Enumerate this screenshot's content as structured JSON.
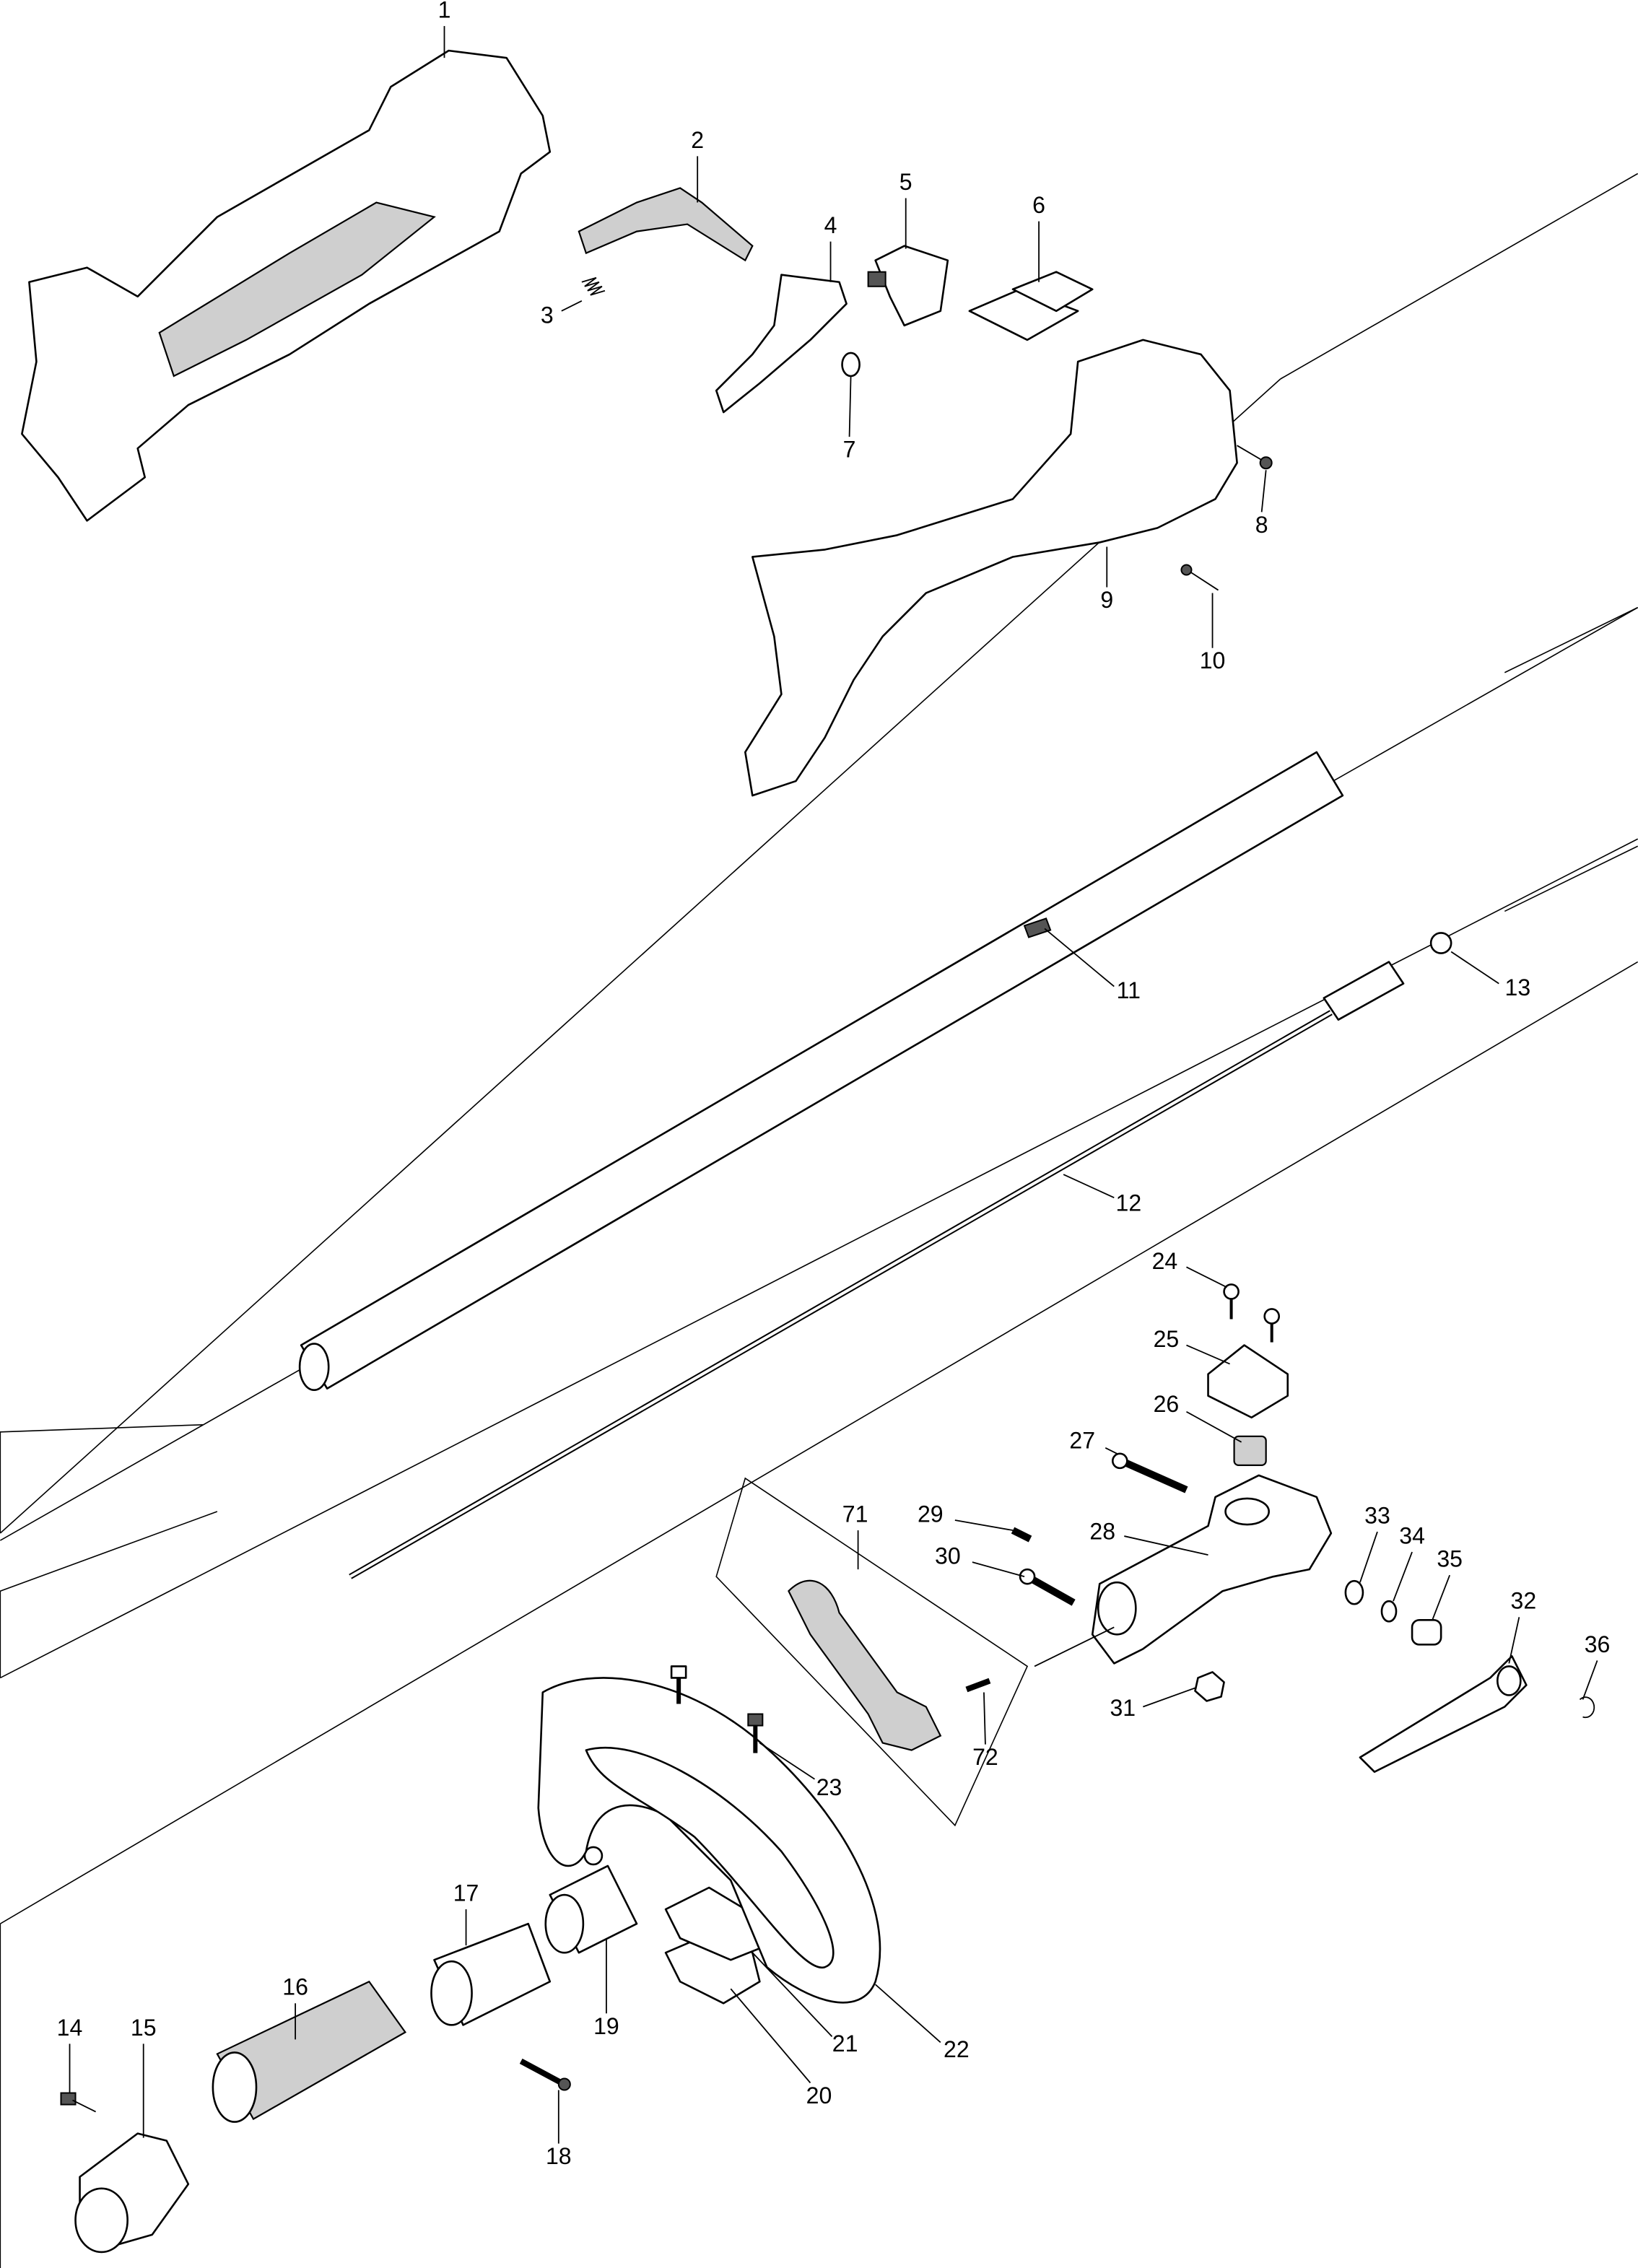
{
  "diagram": {
    "type": "exploded parts diagram",
    "parts": {
      "p1": "1",
      "p2": "2",
      "p3": "3",
      "p4": "4",
      "p5": "5",
      "p6": "6",
      "p7": "7",
      "p8": "8",
      "p9": "9",
      "p10": "10",
      "p11": "11",
      "p12": "12",
      "p13": "13",
      "p14": "14",
      "p15": "15",
      "p16": "16",
      "p17": "17",
      "p18": "18",
      "p19": "19",
      "p20": "20",
      "p21": "21",
      "p22": "22",
      "p23": "23",
      "p24": "24",
      "p25": "25",
      "p26": "26",
      "p27": "27",
      "p28": "28",
      "p29": "29",
      "p30": "30",
      "p31": "31",
      "p32": "32",
      "p33": "33",
      "p34": "34",
      "p35": "35",
      "p36": "36",
      "p71": "71",
      "p72": "72"
    }
  }
}
